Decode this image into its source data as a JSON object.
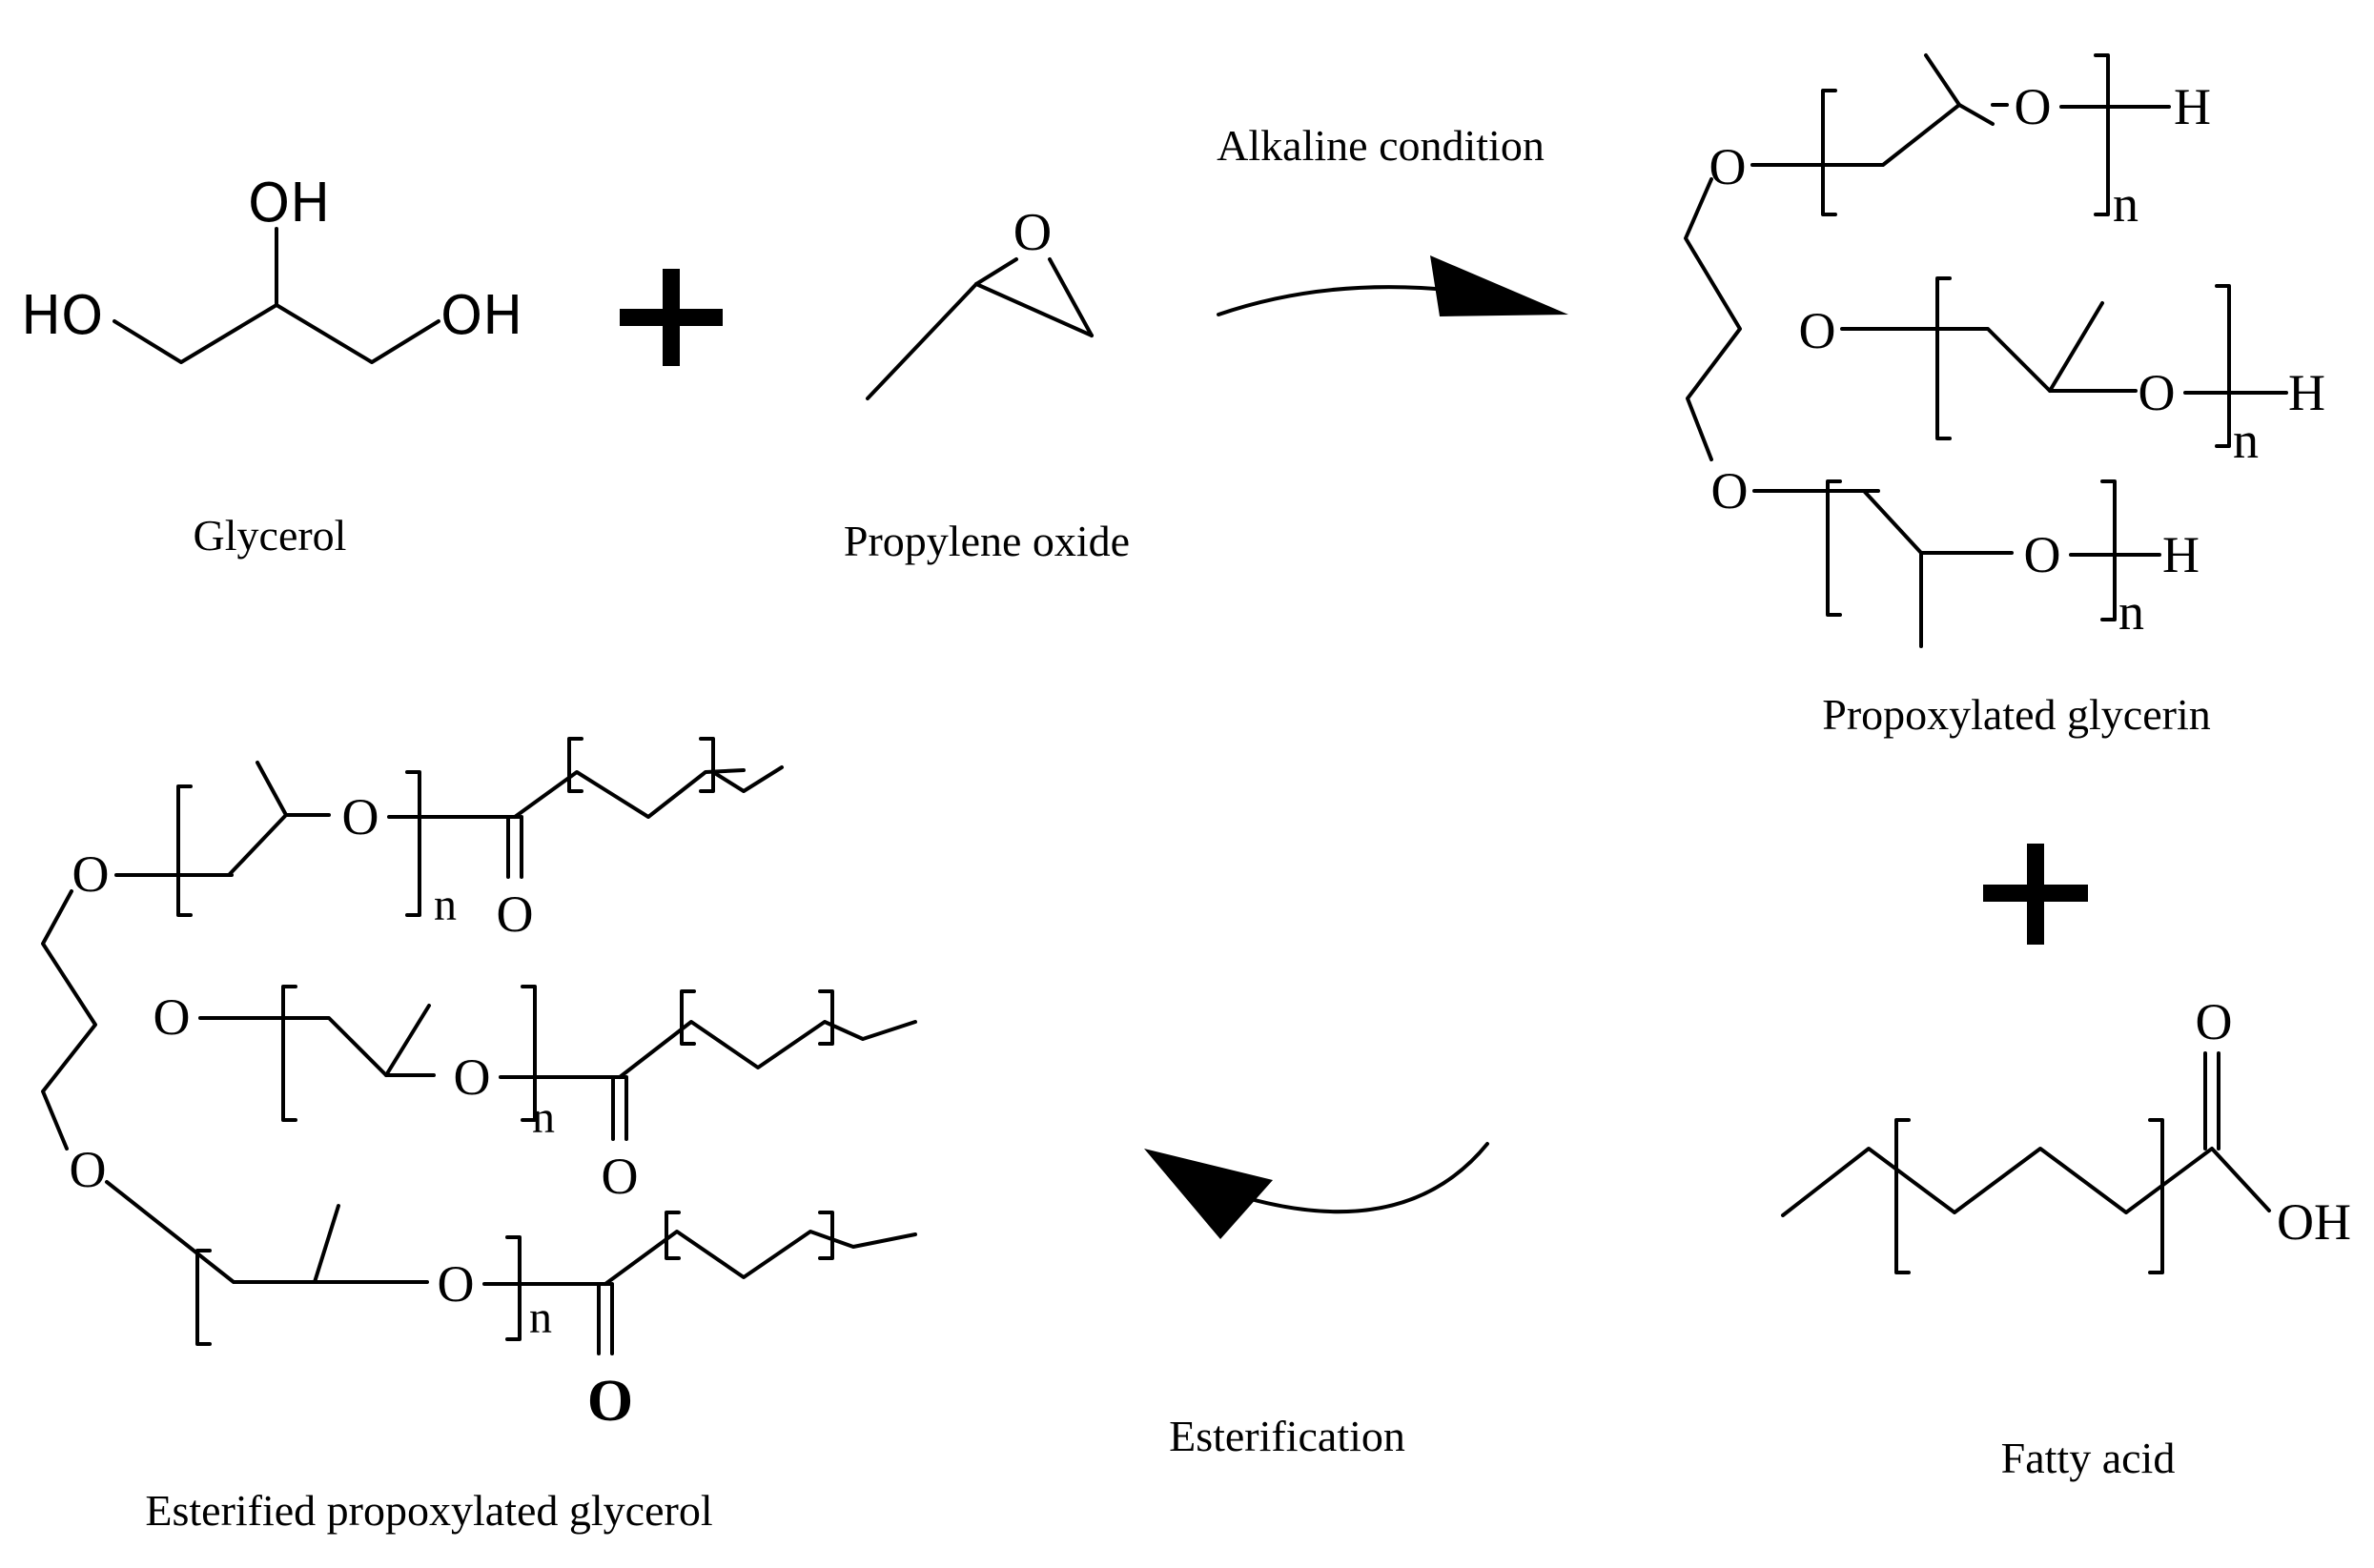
{
  "labels": {
    "glycerol": "Glycerol",
    "propylene_oxide": "Propylene oxide",
    "alkaline_condition": "Alkaline condition",
    "propoxylated_glycerin": "Propoxylated glycerin",
    "fatty_acid": "Fatty acid",
    "esterification": "Esterification",
    "esterified_product": "Esterified propoxylated glycerol"
  },
  "atoms": {
    "hydroxyl": "OH",
    "hydroxyl_left": "HO",
    "oxygen": "O",
    "hydrogen": "H",
    "repeat_index": "n"
  },
  "symbols": {
    "plus": "+"
  }
}
